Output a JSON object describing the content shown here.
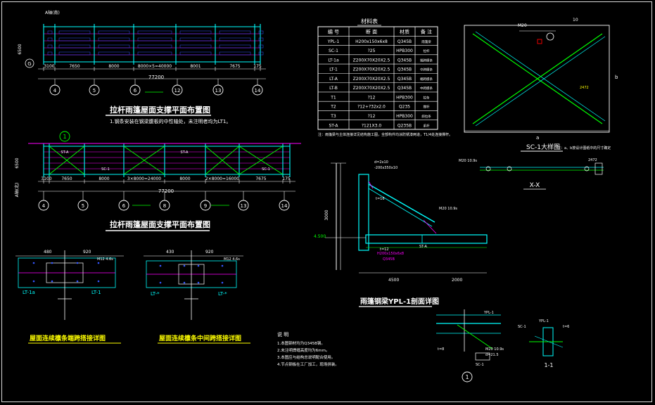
{
  "colors": {
    "background": "#000000",
    "white": "#ffffff",
    "cyan": "#00ffff",
    "green": "#00ff00",
    "magenta": "#ff00ff",
    "yellow": "#ffff00",
    "red": "#ff0000",
    "blue": "#3355ff"
  },
  "plan_top": {
    "title": "拉杆雨篷屋面支撑平面布置图",
    "note": "1.钢条安装在钢梁腹板的中性轴处，未注明者均为LT1。",
    "dims": [
      "3100",
      "7650",
      "8000",
      "8000×5=40000",
      "8001",
      "7675",
      "175"
    ],
    "total": "77200",
    "axes": [
      "4",
      "5",
      "6",
      "12",
      "13",
      "14"
    ],
    "side_dim": "6500",
    "side_axis": "G",
    "side_label": "A轴(南)"
  },
  "plan_bottom": {
    "title": "拉杆雨篷屋面支撑平面布置图",
    "dims": [
      "3100",
      "7650",
      "8000",
      "3×8000=24000",
      "8000",
      "2×8000=16000",
      "7675",
      "175"
    ],
    "total": "77200",
    "axes": [
      "4",
      "5",
      "6",
      "8",
      "9",
      "13",
      "14"
    ],
    "side_dim": "6500",
    "side_axis": "G",
    "side_label": "A轴(北)",
    "marker": "1",
    "tag_st": "ST-A",
    "tag_sc": "SC-1"
  },
  "detail_end": {
    "title": "屋面连续檩条端跨搭接详图",
    "labels": [
      "LT-1a",
      "LT-1"
    ],
    "dims": [
      "480",
      "920"
    ],
    "bolt": "M12 4.6s"
  },
  "detail_mid": {
    "title": "屋面连续檩条中间跨搭接详图",
    "labels": [
      "LT-*",
      "LT-*"
    ],
    "dims": [
      "430",
      "920"
    ],
    "bolt": "M12 4.6s"
  },
  "materials": {
    "title": "材料表",
    "headers": [
      "编 号",
      "断 面",
      "材质",
      "备 注"
    ],
    "rows": [
      [
        "YPL-1",
        "H200x150x6x8",
        "Q345B",
        "雨篷梁"
      ],
      [
        "SC-1",
        "?25",
        "HPB300",
        "拉杆"
      ],
      [
        "LT-1a",
        "Z200X70X20X2.5",
        "Q345B",
        "端跨檩条"
      ],
      [
        "LT-1",
        "Z200X70X20X2.5",
        "Q345B",
        "中跨檩条"
      ],
      [
        "LT-A",
        "Z200X70X20X2.5",
        "Q345B",
        "端跨檩条"
      ],
      [
        "LT-B",
        "Z200X70X20X2.5",
        "Q345B",
        "中跨檩条"
      ],
      [
        "T1",
        "?12",
        "HPB300",
        "拉条"
      ],
      [
        "T2",
        "?12+?32x2.0",
        "Q235",
        "撑杆"
      ],
      [
        "T3",
        "?12",
        "HPB300",
        "斜拉条"
      ],
      [
        "ST-A",
        "?121X3.0",
        "Q235B",
        "系杆"
      ]
    ],
    "footnote": "注：雨篷梁与主体连接详见结构施工图，全部构件均涂防锈漆两道，T1/4处连接撑杆。"
  },
  "sc_detail": {
    "title": "SC-1大样图",
    "dim_a": "a",
    "dim_b": "b",
    "edge_label": "10",
    "note": "注：a、b按设计图纸中的尺寸确定",
    "label_m20": "M20",
    "label_len": "2472"
  },
  "xx": {
    "title": "X-X",
    "left_label": "M20 10.9s",
    "right_label": "2472",
    "marker": "X"
  },
  "section": {
    "title": "雨篷钢梁YPL-1剖面详图",
    "dims": [
      "4500",
      "2000"
    ],
    "elev": "4.500",
    "height": "3000",
    "beam": "H200x150x6x8",
    "steel": "Q345B",
    "ann": [
      "d=2x10",
      "-200x350x10",
      "t=16",
      "t=12",
      "M20 10.9s"
    ],
    "st_label": "ST-A"
  },
  "node1": {
    "marker": "1",
    "labels": [
      "YPL-1",
      "t=8",
      "SC-1",
      "M20 10.9s",
      "d=21.5"
    ]
  },
  "node11": {
    "title": "1-1",
    "labels": [
      "SC-1",
      "YPL-1",
      "t=6"
    ]
  },
  "notes": {
    "heading": "说 明",
    "items": [
      "1.本图钢材均为Q345B钢。",
      "2.未注明焊缝高度均为6mm。",
      "3.本图应与结构总说明配合使用。",
      "4.节点钢板在工厂加工，现场拼装。"
    ]
  }
}
